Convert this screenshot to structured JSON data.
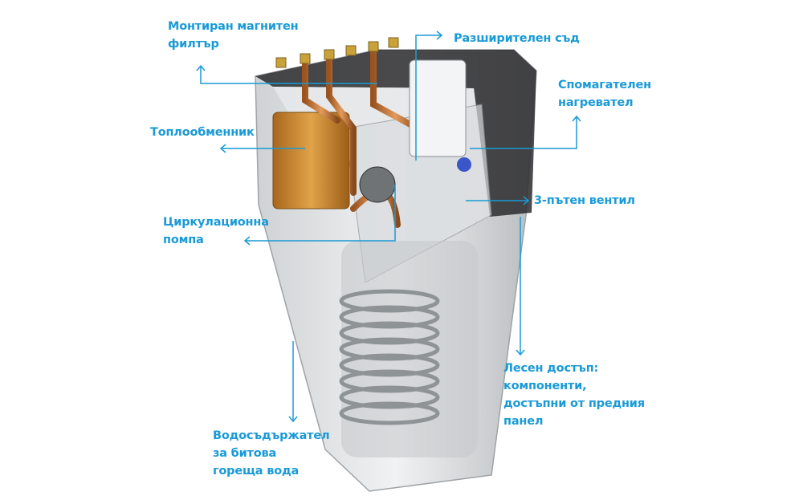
{
  "accent_color": "#1a9ad6",
  "labels": {
    "magnetic_filter": [
      "Монтиран магнитен",
      "филтър"
    ],
    "expansion_vessel": [
      "Разширителен съд"
    ],
    "backup_heater": [
      "Спомагателен",
      "нагревател"
    ],
    "heat_exchanger": [
      "Топлообменник"
    ],
    "three_way_valve": [
      "3-пътен вентил"
    ],
    "circulation_pump": [
      "Циркулационна",
      "помпа"
    ],
    "easy_access": [
      "Лесен достъп:",
      "компоненти,",
      "достъпни от предния",
      "панел"
    ],
    "water_tank": [
      "Водосъдържател",
      "за битова",
      "гореща вода"
    ]
  }
}
